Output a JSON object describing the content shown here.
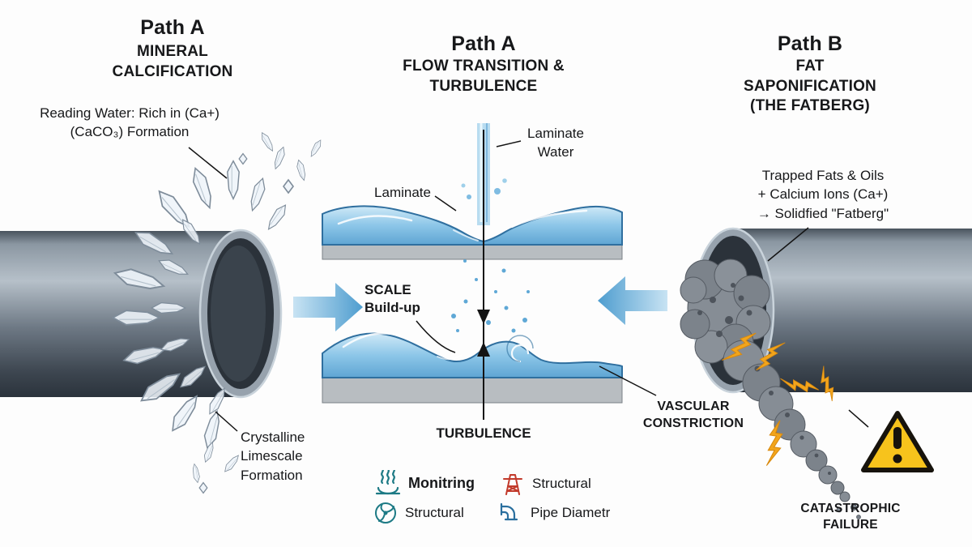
{
  "left": {
    "title": "Path A",
    "subtitle": "MINERAL\nCALCIFICATION",
    "reading_water_label": "Reading Water: Rich in (Ca+)\n(CaCO₃) Formation",
    "crystalline_label": "Crystalline\nLimescale\nFormation"
  },
  "middle": {
    "title": "Path A",
    "subtitle": "FLOW TRANSITION &\nTURBULENCE",
    "laminate_water_label": "Laminate\nWater",
    "laminate_label": "Laminate",
    "scale_label": "SCALE\nBuild-up",
    "turbulence_label": "TURBULENCE"
  },
  "right": {
    "title": "Path B",
    "subtitle": "FAT SAPONIFICATION\n(THE FATBERG)",
    "trapped_label": "Trapped Fats & Oils\n+ Calcium Ions (Ca+)\n→ Solidfied \"Fatberg\"",
    "vascular_label": "VASCULAR\nCONSTRICTION",
    "failure_label": "CATASTROPHIC FAILURE"
  },
  "legend": {
    "items": [
      {
        "icon": "monitoring-waves-icon",
        "label": "Monitring"
      },
      {
        "icon": "structural-tower-icon",
        "label": "Structural"
      },
      {
        "icon": "structural-fan-icon",
        "label": "Structural"
      },
      {
        "icon": "pipe-diameter-icon",
        "label": "Pipe Diametr"
      }
    ]
  },
  "colors": {
    "water_blue": "#6fb0da",
    "pipe_gray": "#7d8893",
    "bolt_orange": "#f2a51c",
    "warning_yellow": "#f7c31c",
    "legend_teal": "#1d7a85",
    "legend_red": "#c23a2b",
    "legend_blue": "#2a6f9e",
    "text": "#17181a"
  }
}
